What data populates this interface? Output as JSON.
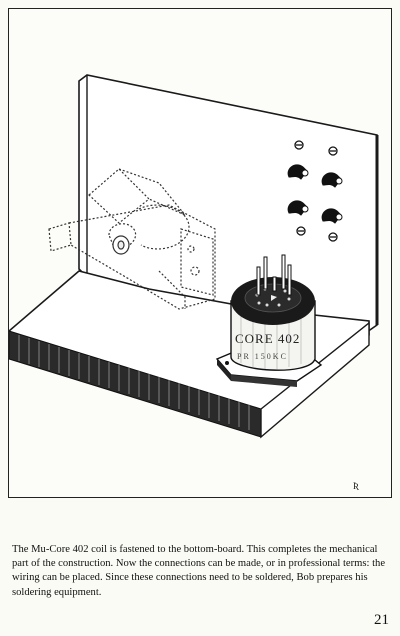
{
  "illustration": {
    "coil_label_top": "CORE 402",
    "coil_label_bottom": "PR 150KC",
    "artist_monogram": "Ʀ"
  },
  "caption": "The Mu-Core 402 coil is fastened to the bottom-board. This completes the mechanical part of the construction. Now the connections can be made, or in professional terms: the wiring can be placed. Since these connections need to be soldered, Bob prepares his soldering equipment.",
  "page_number": "21"
}
